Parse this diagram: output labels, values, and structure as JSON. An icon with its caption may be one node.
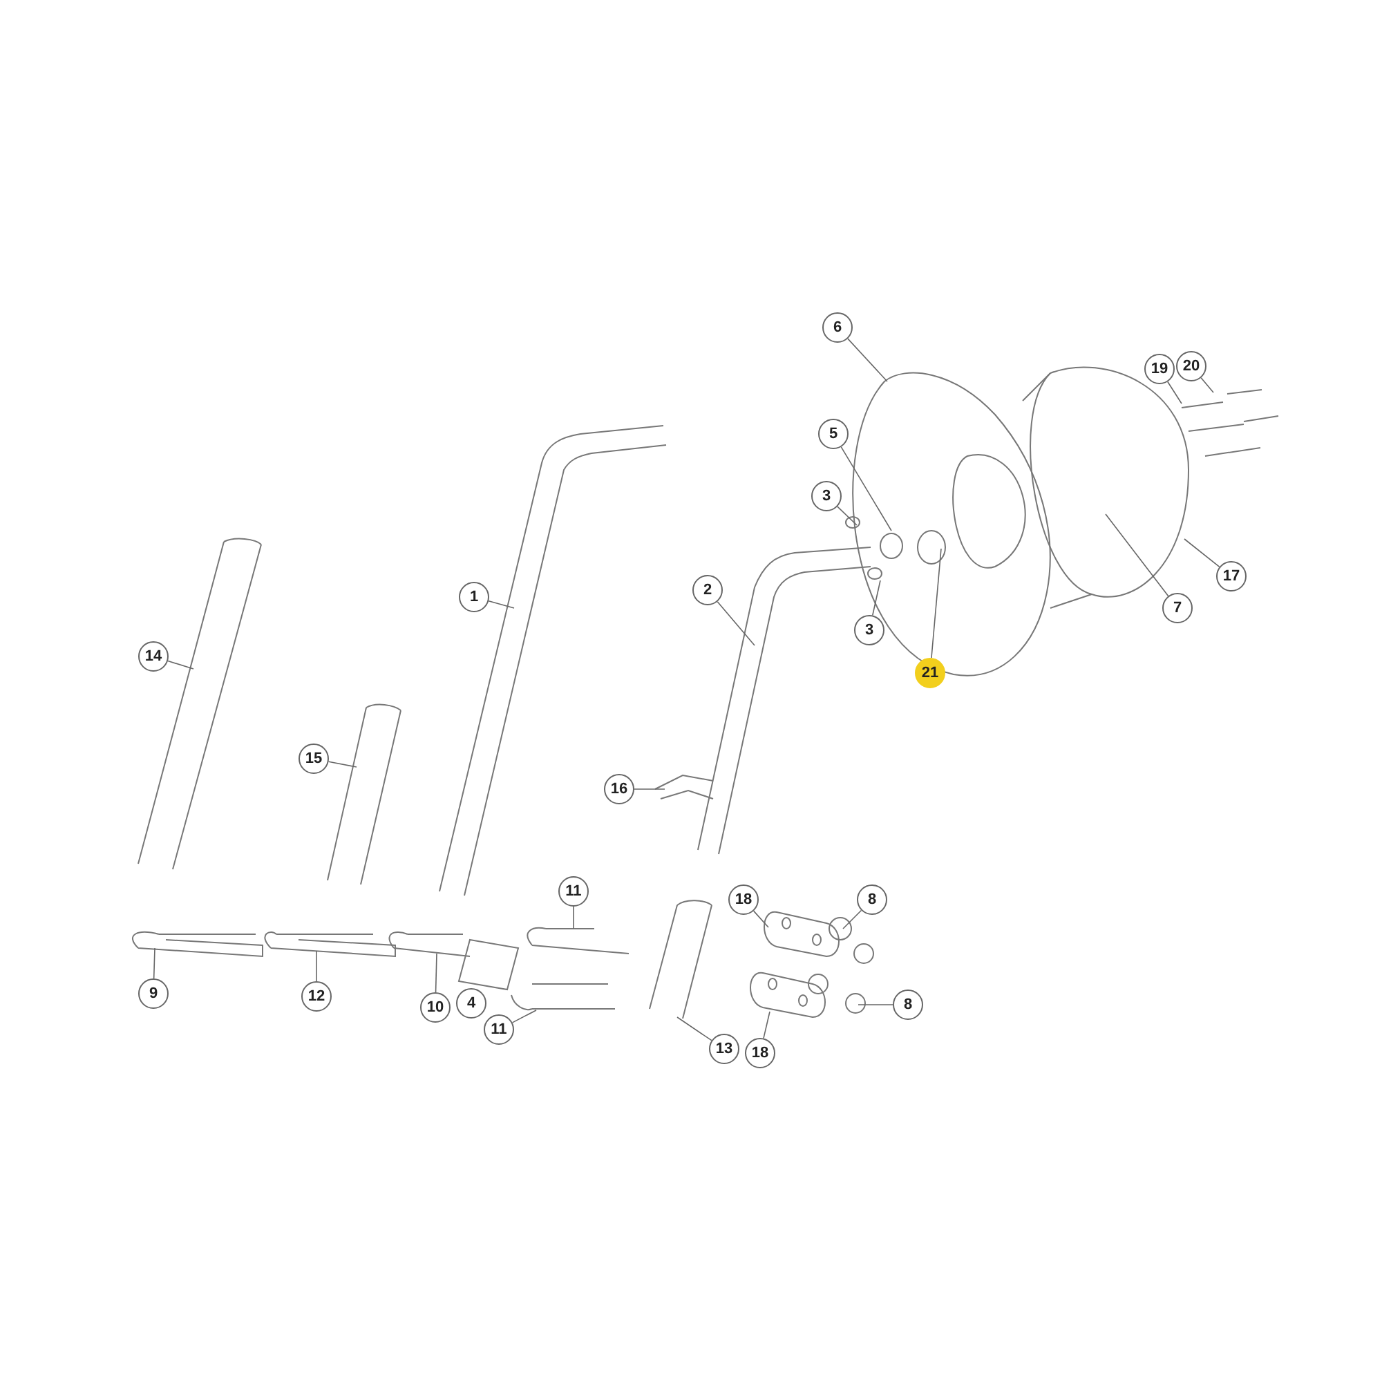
{
  "diagram": {
    "nodes": [
      {
        "text": [
          "6"
        ]
      },
      {
        "text": [
          "5"
        ]
      },
      {
        "text": [
          "3"
        ]
      },
      {
        "text": [
          "3"
        ]
      },
      {
        "text": [
          "21"
        ]
      },
      {
        "text": [
          "19"
        ]
      },
      {
        "text": [
          "20"
        ]
      },
      {
        "text": [
          "17"
        ]
      },
      {
        "text": [
          "7"
        ]
      },
      {
        "text": [
          "1"
        ]
      },
      {
        "text": [
          "2"
        ]
      },
      {
        "text": [
          "14"
        ]
      },
      {
        "text": [
          "15"
        ]
      },
      {
        "text": [
          "16"
        ]
      },
      {
        "text": [
          "11"
        ]
      },
      {
        "text": [
          "18"
        ]
      },
      {
        "text": [
          "8"
        ]
      },
      {
        "text": [
          "9"
        ]
      },
      {
        "text": [
          "12"
        ]
      },
      {
        "text": [
          "10"
        ]
      },
      {
        "text": [
          "4"
        ]
      },
      {
        "text": [
          "11"
        ]
      },
      {
        "text": [
          "13"
        ]
      },
      {
        "text": [
          "18"
        ]
      },
      {
        "text": [
          "8"
        ]
      }
    ],
    "edges": [
      {
        "from": 0,
        "to": null,
        "arrow": "none"
      },
      {
        "from": 1,
        "to": null,
        "arrow": "none"
      },
      {
        "from": 2,
        "to": null,
        "arrow": "none"
      },
      {
        "from": 3,
        "to": null,
        "arrow": "none"
      },
      {
        "from": 4,
        "to": null,
        "arrow": "none"
      },
      {
        "from": 5,
        "to": null,
        "arrow": "none"
      },
      {
        "from": 6,
        "to": null,
        "arrow": "none"
      },
      {
        "from": 7,
        "to": null,
        "arrow": "none"
      },
      {
        "from": 8,
        "to": null,
        "arrow": "none"
      },
      {
        "from": 9,
        "to": null,
        "arrow": "none"
      },
      {
        "from": 10,
        "to": null,
        "arrow": "none"
      },
      {
        "from": 11,
        "to": null,
        "arrow": "none"
      },
      {
        "from": 12,
        "to": null,
        "arrow": "none"
      },
      {
        "from": 13,
        "to": null,
        "arrow": "none"
      },
      {
        "from": 14,
        "to": null,
        "arrow": "none"
      },
      {
        "from": 15,
        "to": null,
        "arrow": "none"
      },
      {
        "from": 16,
        "to": null,
        "arrow": "none"
      },
      {
        "from": 17,
        "to": null,
        "arrow": "none"
      },
      {
        "from": 18,
        "to": null,
        "arrow": "none"
      },
      {
        "from": 19,
        "to": null,
        "arrow": "none"
      },
      {
        "from": 21,
        "to": null,
        "arrow": "none"
      },
      {
        "from": 22,
        "to": null,
        "arrow": "none"
      },
      {
        "from": 23,
        "to": null,
        "arrow": "none"
      },
      {
        "from": 24,
        "to": null,
        "arrow": "none"
      }
    ]
  }
}
